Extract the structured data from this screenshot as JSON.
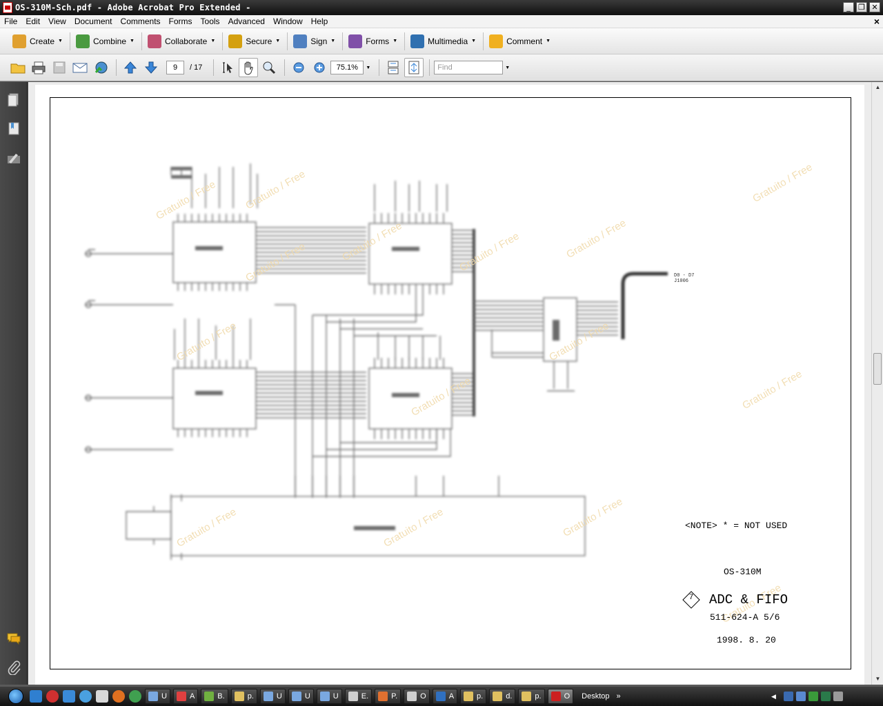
{
  "window": {
    "title": "OS-310M-Sch.pdf - Adobe Acrobat Pro Extended -"
  },
  "menu": [
    "File",
    "Edit",
    "View",
    "Document",
    "Comments",
    "Forms",
    "Tools",
    "Advanced",
    "Window",
    "Help"
  ],
  "tasks": [
    {
      "label": "Create",
      "icon": "create-icon",
      "color": "#e0a030"
    },
    {
      "label": "Combine",
      "icon": "combine-icon",
      "color": "#4a9a40"
    },
    {
      "label": "Collaborate",
      "icon": "collaborate-icon",
      "color": "#c05070"
    },
    {
      "label": "Secure",
      "icon": "lock-icon",
      "color": "#d4a010"
    },
    {
      "label": "Sign",
      "icon": "pen-icon",
      "color": "#5080c0"
    },
    {
      "label": "Forms",
      "icon": "forms-icon",
      "color": "#8050a8"
    },
    {
      "label": "Multimedia",
      "icon": "multimedia-icon",
      "color": "#3070b0"
    },
    {
      "label": "Comment",
      "icon": "comment-icon",
      "color": "#f0b020"
    }
  ],
  "nav": {
    "current_page": "9",
    "total_pages": "/ 17",
    "zoom": "75.1%",
    "find_placeholder": "Find"
  },
  "document": {
    "watermark": "Gratuito / Free",
    "note": "<NOTE> * = NOT USED",
    "model": "OS-310M",
    "sheet_number": "7",
    "sheet_title": "ADC & FIFO",
    "drawing_number": "511-624-A  5/6",
    "date": "1998. 8. 20",
    "signal_label_1": "D0 - D7",
    "signal_label_2": "J1006"
  },
  "taskbar": {
    "buttons": [
      {
        "label": "U",
        "color": "#7aa8e0"
      },
      {
        "label": "A",
        "color": "#e04040"
      },
      {
        "label": "B.",
        "color": "#70b040"
      },
      {
        "label": "p.",
        "color": "#e0c060"
      },
      {
        "label": "U",
        "color": "#7aa8e0"
      },
      {
        "label": "U",
        "color": "#7aa8e0"
      },
      {
        "label": "U",
        "color": "#7aa8e0"
      },
      {
        "label": "E.",
        "color": "#cfcfcf"
      },
      {
        "label": "P.",
        "color": "#e07030"
      },
      {
        "label": "O",
        "color": "#cfcfcf"
      },
      {
        "label": "A",
        "color": "#3070c0"
      },
      {
        "label": "p.",
        "color": "#e0c060"
      },
      {
        "label": "d.",
        "color": "#e0c060"
      },
      {
        "label": "p.",
        "color": "#e0c060"
      },
      {
        "label": "O",
        "color": "#cc2020"
      }
    ],
    "desktop_label": "Desktop"
  }
}
